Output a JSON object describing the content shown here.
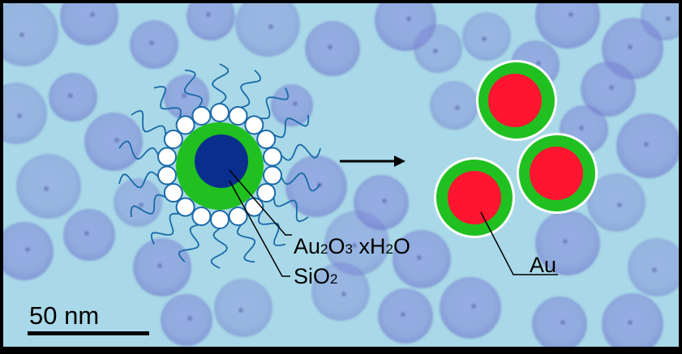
{
  "labels": {
    "au2o3_main": "Au",
    "au2o3_sub1": "2",
    "au2o3_mid": "O",
    "au2o3_sub2": "3",
    "au2o3_rest": " xH",
    "au2o3_sub3": "2",
    "au2o3_end": "O",
    "sio2_main": "SiO",
    "sio2_sub": "2",
    "au": "Au",
    "scale_bar": "50 nm"
  },
  "colors": {
    "background": "#a9d9e8",
    "particle": "#7f86d8",
    "shell_green": "#20c020",
    "core_dark": "#0a2e8e",
    "core_red": "#ff1530",
    "micelle_blue": "#1a6aa8",
    "frame": "#000000"
  },
  "icons": {
    "arrow": "right-arrow-icon"
  }
}
